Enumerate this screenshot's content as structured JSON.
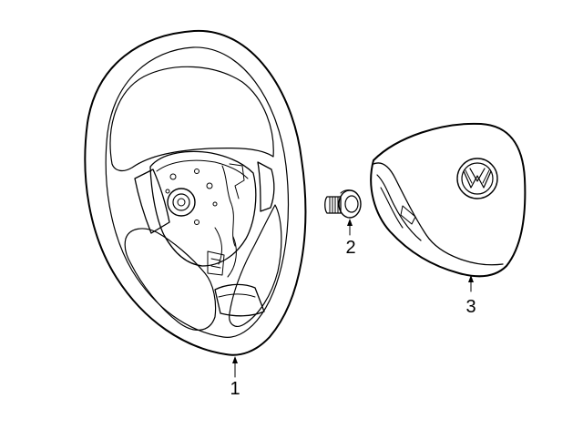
{
  "parts": [
    {
      "id": "steering-wheel",
      "callout": "1"
    },
    {
      "id": "bolt",
      "callout": "2"
    },
    {
      "id": "airbag-module",
      "callout": "3"
    }
  ],
  "colors": {
    "line": "#000000",
    "background": "#ffffff"
  }
}
